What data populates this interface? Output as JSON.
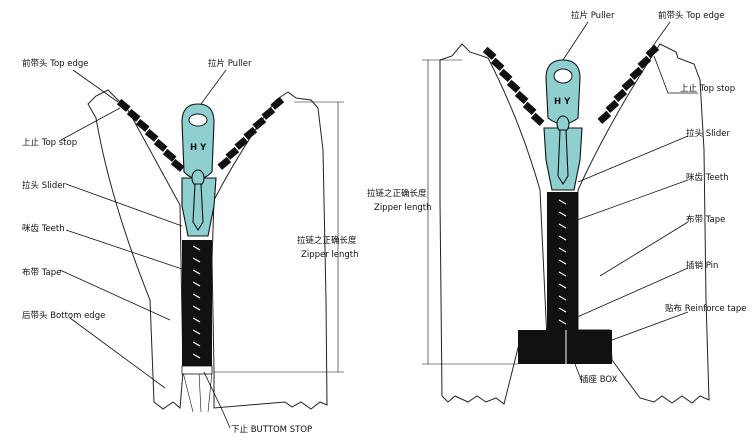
{
  "left_diagram": {
    "labels": {
      "top_edge": "前带头 Top edge",
      "top_stop": "上止 Top stop",
      "slider": "拉头 Slider",
      "teeth": "咪齿 Teeth",
      "tape": "布带 Tape",
      "bottom_edge": "后带头 Bottom edge",
      "puller": "拉片 Puller",
      "zipper_length_cn": "拉链之正确长度",
      "zipper_length_en": "Zipper length",
      "bottom_stop": "下止 BUTTOM STOP"
    },
    "slider_mark": "H Y"
  },
  "right_diagram": {
    "labels": {
      "puller": "拉片 Puller",
      "top_edge": "前带头 Top edge",
      "top_stop": "上止 Top stop",
      "slider": "拉头 Slider",
      "teeth": "咪齿 Teeth",
      "tape": "布带 Tape",
      "pin": "插销 Pin",
      "reinforce_tape": "贴布 Reinforce tape",
      "zipper_length_cn": "拉链之正确长度",
      "zipper_length_en": "Zipper length",
      "box": "插座 BOX"
    },
    "slider_mark": "H Y"
  }
}
